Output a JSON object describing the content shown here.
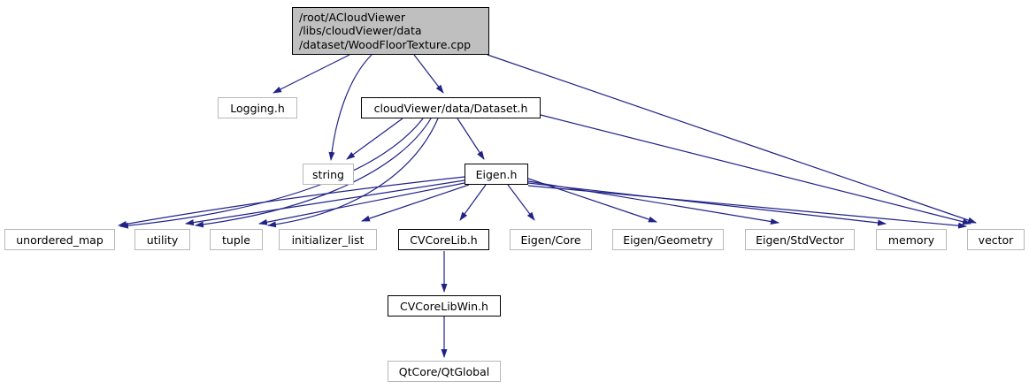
{
  "graph": {
    "title": "include dependency graph for /root/ACloudViewer/libs/cloudViewer/data/dataset/WoodFloorTexture.cpp",
    "root": {
      "line1": "/root/ACloudViewer",
      "line2": "/libs/cloudViewer/data",
      "line3": "/dataset/WoodFloorTexture.cpp"
    },
    "nodes": {
      "logging": "Logging.h",
      "dataset": "cloudViewer/data/Dataset.h",
      "string": "string",
      "eigen": "Eigen.h",
      "unordered_map": "unordered_map",
      "utility": "utility",
      "tuple": "tuple",
      "initializer_list": "initializer_list",
      "cvcorelib": "CVCoreLib.h",
      "eigen_core": "Eigen/Core",
      "eigen_geometry": "Eigen/Geometry",
      "eigen_stdvector": "Eigen/StdVector",
      "memory": "memory",
      "vector": "vector",
      "cvcorelibwin": "CVCoreLibWin.h",
      "qtglobal": "QtCore/QtGlobal"
    },
    "edges": [
      {
        "from": "root",
        "to": "logging"
      },
      {
        "from": "root",
        "to": "string"
      },
      {
        "from": "root",
        "to": "dataset"
      },
      {
        "from": "root",
        "to": "vector"
      },
      {
        "from": "dataset",
        "to": "string"
      },
      {
        "from": "dataset",
        "to": "unordered_map"
      },
      {
        "from": "dataset",
        "to": "utility"
      },
      {
        "from": "dataset",
        "to": "tuple"
      },
      {
        "from": "dataset",
        "to": "eigen"
      },
      {
        "from": "dataset",
        "to": "vector"
      },
      {
        "from": "eigen",
        "to": "unordered_map"
      },
      {
        "from": "eigen",
        "to": "utility"
      },
      {
        "from": "eigen",
        "to": "tuple"
      },
      {
        "from": "eigen",
        "to": "initializer_list"
      },
      {
        "from": "eigen",
        "to": "cvcorelib"
      },
      {
        "from": "eigen",
        "to": "eigen_core"
      },
      {
        "from": "eigen",
        "to": "eigen_geometry"
      },
      {
        "from": "eigen",
        "to": "eigen_stdvector"
      },
      {
        "from": "eigen",
        "to": "memory"
      },
      {
        "from": "eigen",
        "to": "vector"
      },
      {
        "from": "cvcorelib",
        "to": "cvcorelibwin"
      },
      {
        "from": "cvcorelibwin",
        "to": "qtglobal"
      }
    ],
    "colors": {
      "edge": "#202288",
      "current_node_fill": "#bfbfbf",
      "linked_node_border": "#000000",
      "external_node_border": "#b8b8b8",
      "background": "#ffffff"
    }
  }
}
